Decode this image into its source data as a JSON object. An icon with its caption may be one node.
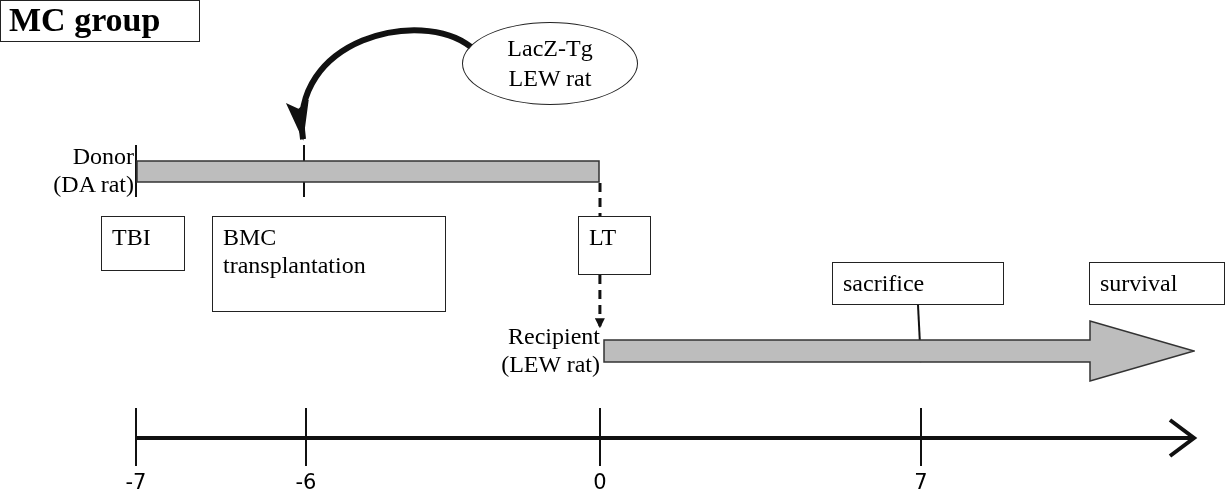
{
  "diagram": {
    "nodes": [
      {
        "text": [
          "MC group"
        ]
      },
      {
        "text": [
          "LacZ-Tg LEW rat"
        ]
      },
      {
        "text": [],
        "shape": "bar",
        "beside": [
          "Donor (DA rat)"
        ]
      },
      {
        "text": [
          "TBI"
        ]
      },
      {
        "text": [
          "BMC transplantation"
        ]
      },
      {
        "text": [
          "LT"
        ]
      },
      {
        "text": [],
        "shape": "bar",
        "beside": [
          "Recipient (LEW rat)"
        ]
      },
      {
        "text": [
          "sacrifice"
        ]
      },
      {
        "text": [
          "survival"
        ]
      }
    ],
    "edges": [
      {
        "from": 1,
        "to": 2,
        "arrow": "to",
        "style": "thick"
      },
      {
        "from": 2,
        "to": 5,
        "arrow": "none",
        "style": "dashed"
      },
      {
        "from": 5,
        "to": 6,
        "arrow": "to",
        "style": "dashed"
      },
      {
        "from": 7,
        "to": 6,
        "arrow": "none"
      }
    ],
    "labels": [
      "-7",
      "-6",
      "0",
      "7"
    ]
  }
}
